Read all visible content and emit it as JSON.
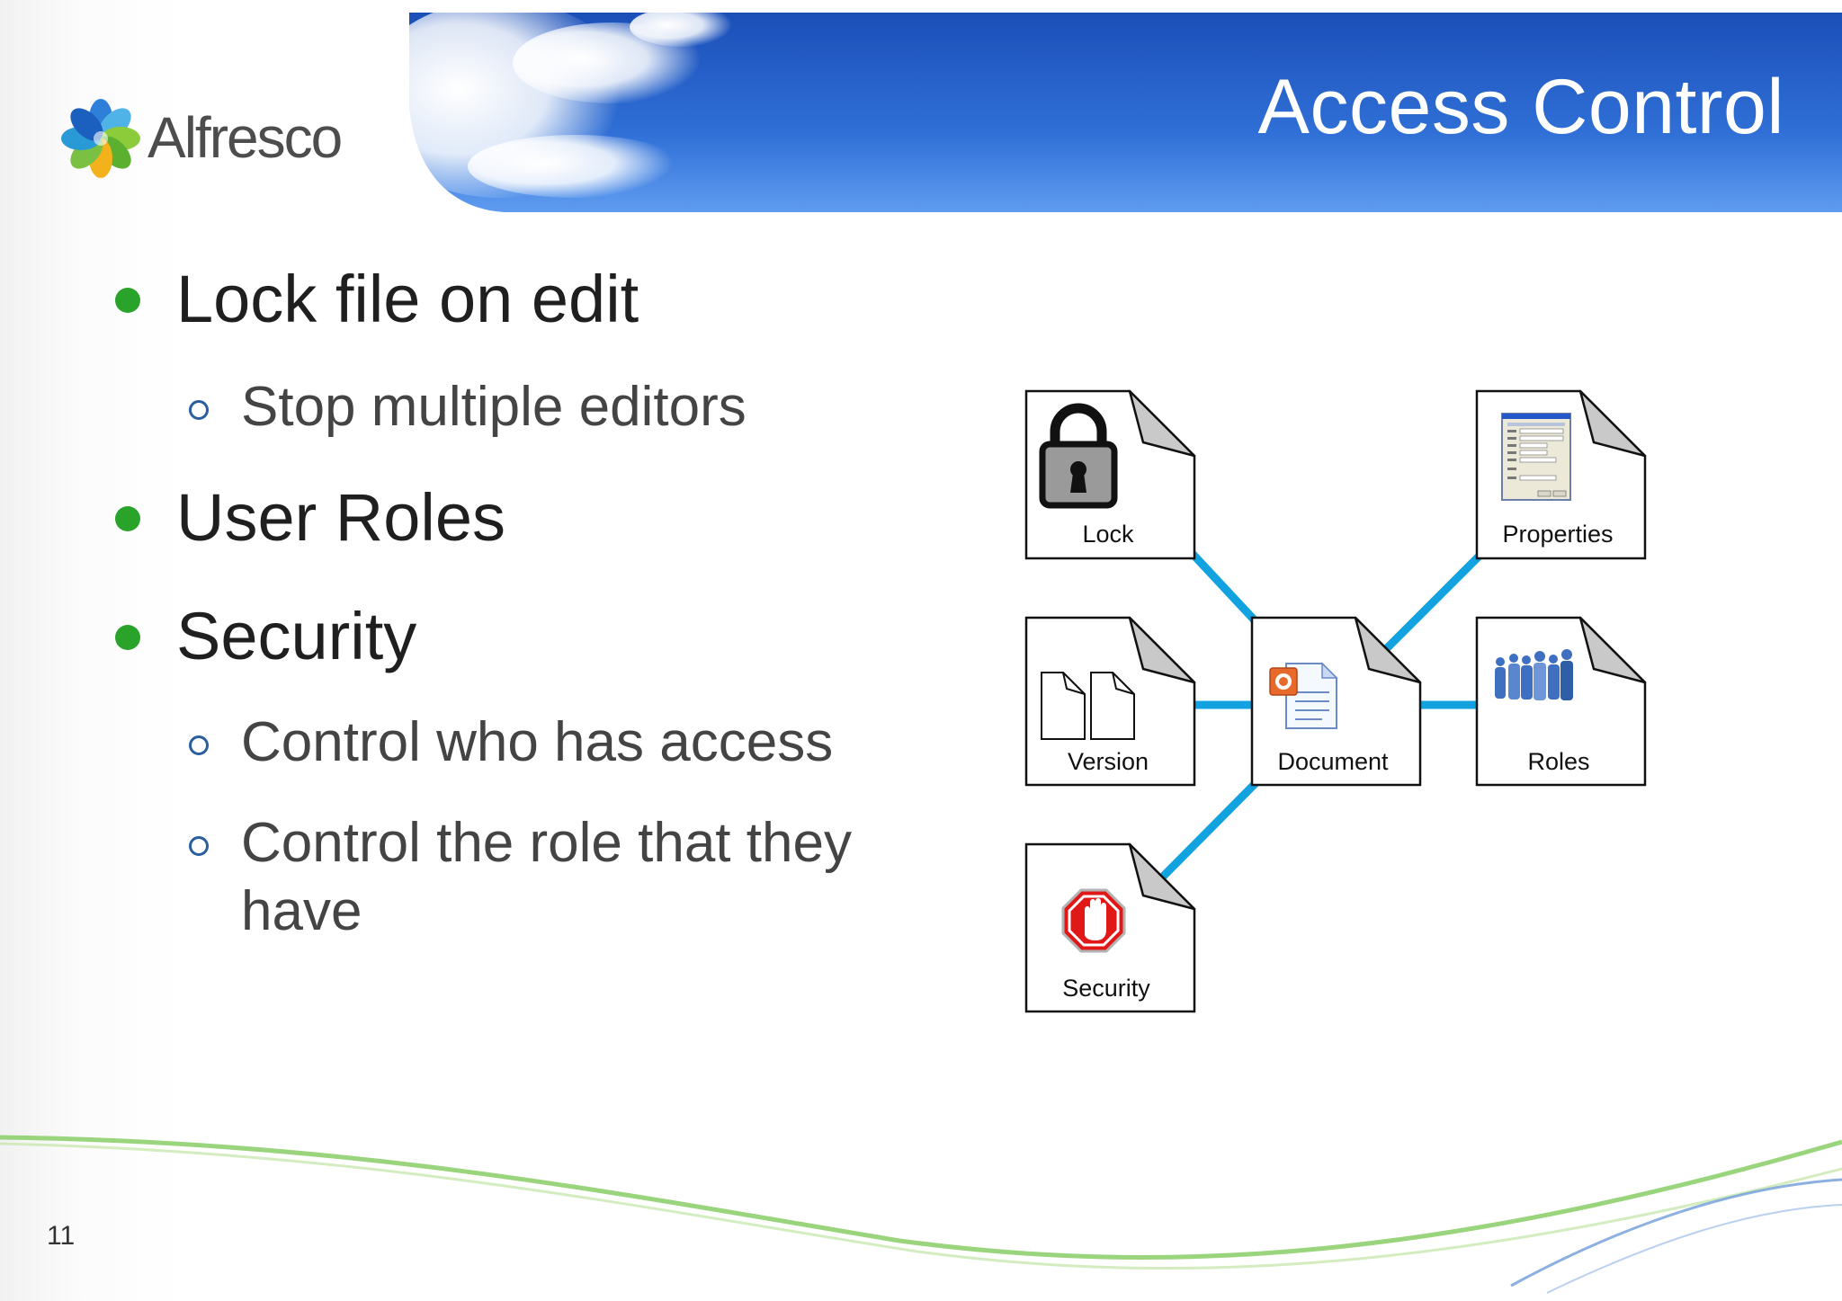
{
  "slide": {
    "title": "Access Control",
    "logo_text": "Alfresco",
    "page_number": "11"
  },
  "bullets": [
    {
      "level": 1,
      "text": "Lock file on edit"
    },
    {
      "level": 2,
      "text": "Stop multiple editors"
    },
    {
      "level": 1,
      "text": "User Roles"
    },
    {
      "level": 1,
      "text": "Security"
    },
    {
      "level": 2,
      "text": "Control who has access"
    },
    {
      "level": 2,
      "text": "Control the role that they have"
    }
  ],
  "diagram": {
    "documents": [
      {
        "label": "Lock",
        "icon": "padlock-icon"
      },
      {
        "label": "Properties",
        "icon": "properties-dialog-icon"
      },
      {
        "label": "Version",
        "icon": "version-pages-icon"
      },
      {
        "label": "Document",
        "icon": "presentation-document-icon"
      },
      {
        "label": "Roles",
        "icon": "people-silhouettes-icon"
      },
      {
        "label": "Security",
        "icon": "stop-hand-sign-icon"
      }
    ]
  },
  "colors": {
    "banner_blue": "#1f5cc2",
    "bullet_green": "#2aa32a",
    "connector_blue": "#12a2e0",
    "swoosh_green": "#6cc04a"
  }
}
